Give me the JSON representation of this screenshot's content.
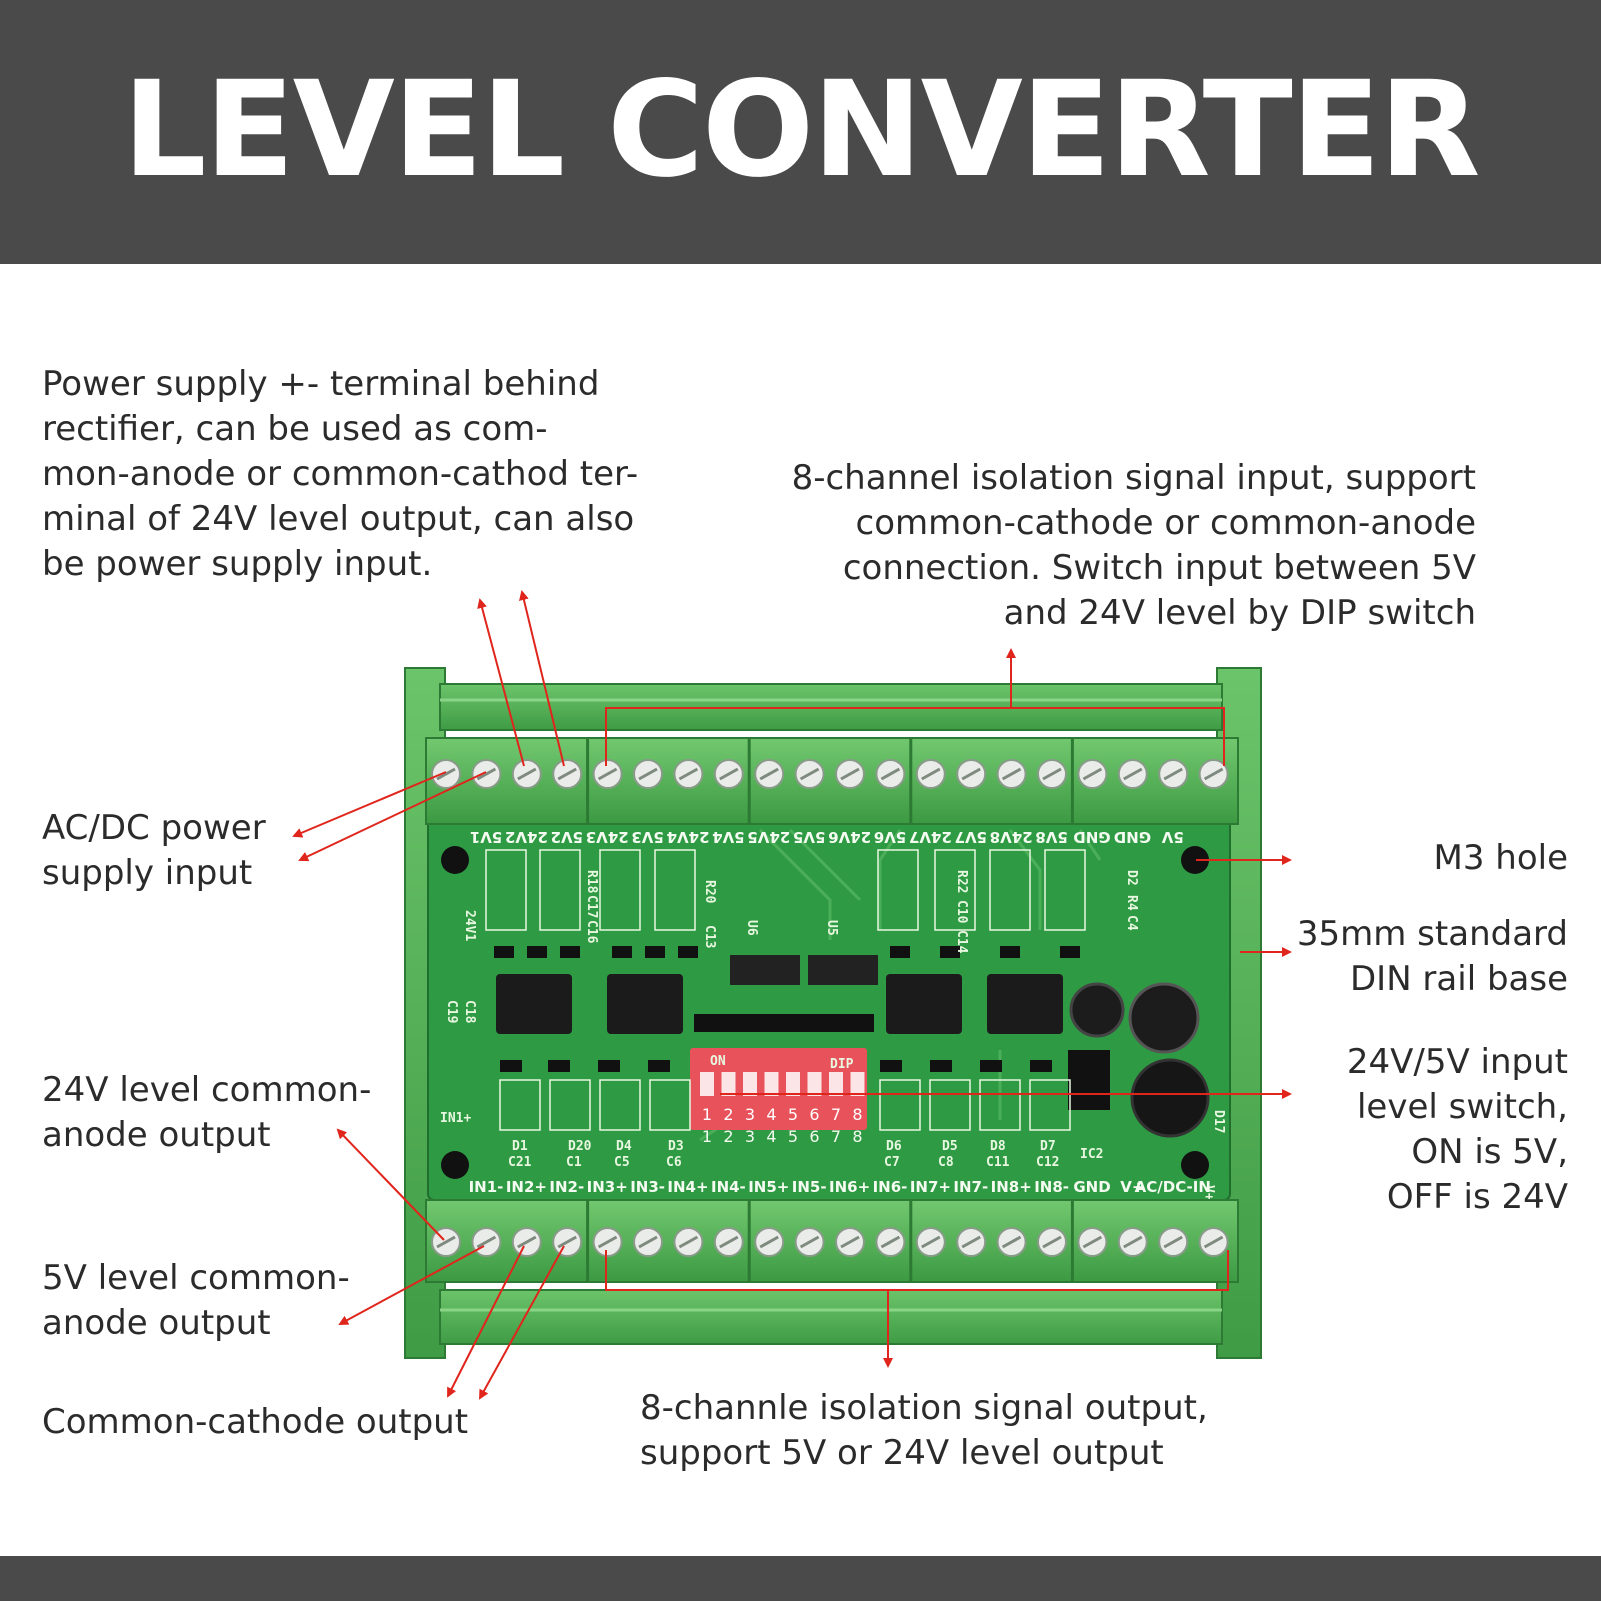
{
  "title": "LEVEL CONVERTER",
  "annotations": {
    "power_terminal": [
      "Power supply +- terminal behind",
      "rectifier, can be used as com-",
      "mon-anode or common-cathod ter-",
      "minal of 24V level output, can also",
      "be power supply input."
    ],
    "signal_input": [
      "8-channel isolation signal input, support",
      "common-cathode or common-anode",
      "connection. Switch input between 5V",
      "and 24V level by DIP switch"
    ],
    "ac_dc_input": [
      "AC/DC power",
      "supply input"
    ],
    "m3_hole": [
      "M3 hole"
    ],
    "din_rail": [
      "35mm standard",
      "DIN rail base"
    ],
    "level_switch": [
      "24V/5V input",
      "level switch,",
      "ON is 5V,",
      "OFF is 24V"
    ],
    "anode_24v": [
      "24V level common-",
      "anode output"
    ],
    "anode_5v": [
      "5V level common-",
      "anode output"
    ],
    "cathode_out": [
      "Common-cathode output"
    ],
    "signal_output": [
      "8-channle isolation signal output,",
      "support 5V or 24V level output"
    ]
  },
  "board": {
    "top_pins": [
      "5V1",
      "24V2",
      "5V2",
      "24V3",
      "5V3",
      "24V4",
      "5V4",
      "24V5",
      "5V5",
      "24V6",
      "5V6",
      "24V7",
      "5V7",
      "24V8",
      "5V8",
      "GND",
      "GND",
      "5V"
    ],
    "bottom_pins": [
      "IN1-",
      "IN2+",
      "IN2-",
      "IN3+",
      "IN3-",
      "IN4+",
      "IN4-",
      "IN5+",
      "IN5-",
      "IN6+",
      "IN6-",
      "IN7+",
      "IN7-",
      "IN8+",
      "IN8-",
      "GND",
      "V+",
      "AC/DC-IN"
    ],
    "dip_on": "ON",
    "dip_label": "DIP",
    "dip_numbers": [
      "1",
      "2",
      "3",
      "4",
      "5",
      "6",
      "7",
      "8"
    ],
    "silk_labels": [
      "24V1",
      "IN1+",
      "V+",
      "IC2",
      "D17",
      "U6",
      "U5",
      "C19",
      "C18",
      "D1",
      "C21",
      "D20",
      "C1",
      "D4",
      "C5",
      "D3",
      "C6",
      "D6",
      "C7",
      "D5",
      "C8",
      "D8",
      "C11",
      "D7",
      "C12",
      "R20",
      "C13",
      "R22",
      "C10",
      "C14",
      "D2",
      "R4",
      "C4",
      "R18",
      "C17",
      "C16"
    ]
  },
  "colors": {
    "header": "#4a4a4a",
    "board": "#2f9a44",
    "terminal": "#55b857",
    "dip": "#e8525a",
    "arrow": "#e0251c"
  }
}
